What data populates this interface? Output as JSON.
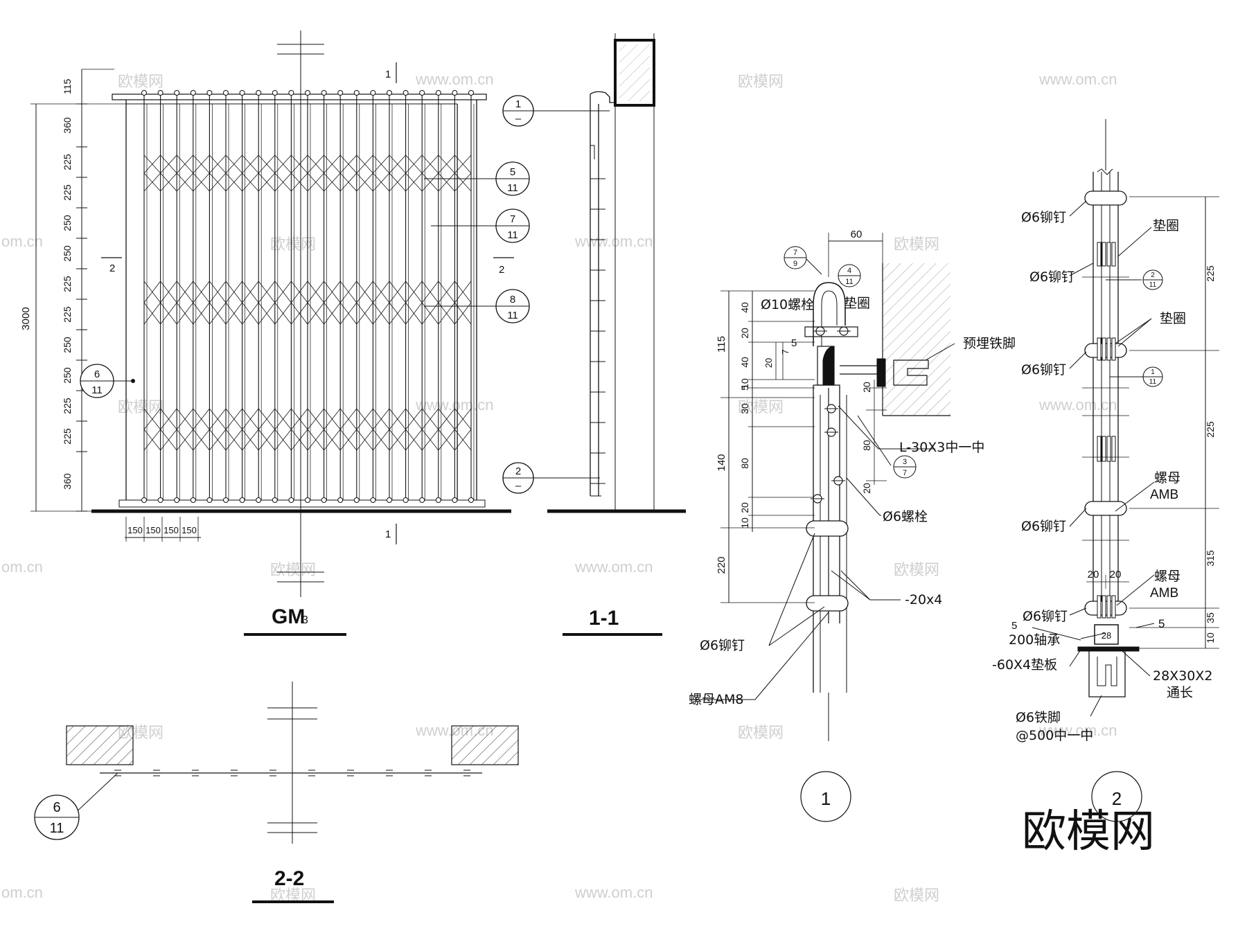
{
  "watermarks": {
    "site": "www.om.cn",
    "brand": "欧模网",
    "brand_large": "欧模网",
    "edge": "om.cn"
  },
  "elevation": {
    "title": "GM",
    "subscript": "3",
    "total_height": "3000",
    "left_dims": [
      "115",
      "360",
      "225",
      "225",
      "250",
      "250",
      "225",
      "225",
      "250",
      "250",
      "225",
      "225",
      "360"
    ],
    "bottom_dims": [
      "150",
      "150",
      "150",
      "150"
    ],
    "cut_1": "1",
    "cut_2": "2",
    "callouts": [
      {
        "top": "5",
        "bottom": "11"
      },
      {
        "top": "7",
        "bottom": "11"
      },
      {
        "top": "8",
        "bottom": "11"
      },
      {
        "top": "6",
        "bottom": "11"
      }
    ]
  },
  "section_11": {
    "title": "1-1",
    "callouts": [
      {
        "top": "1",
        "bottom": "–"
      },
      {
        "top": "2",
        "bottom": "–"
      }
    ]
  },
  "section_22": {
    "title": "2-2",
    "callout": {
      "top": "6",
      "bottom": "11"
    }
  },
  "detail_1": {
    "number": "1",
    "dim_top": "60",
    "left_dims_outer": [
      "115",
      "140",
      "220"
    ],
    "left_dims_inner": [
      "40",
      "20",
      "40",
      "10",
      "5",
      "30",
      "80",
      "20",
      "10"
    ],
    "small_dims": [
      "20",
      "7"
    ],
    "right_dims": [
      "20",
      "80",
      "20"
    ],
    "num_5": "5",
    "callouts": [
      {
        "top": "7",
        "bottom": "9"
      },
      {
        "top": "4",
        "bottom": "11"
      },
      {
        "top": "3",
        "bottom": "7"
      }
    ],
    "labels": {
      "bolt10": "Ø10螺栓",
      "washer": "垫圈",
      "embedded": "预埋铁脚",
      "angle": "L-30X3中一中",
      "bolt6": "Ø6螺栓",
      "flat": "-20x4",
      "rivet": "Ø6铆钉",
      "nut": "螺母AM8"
    }
  },
  "detail_2": {
    "number": "2",
    "right_dims": [
      "225",
      "225",
      "315",
      "35",
      "10"
    ],
    "small_dims": [
      "20",
      "20"
    ],
    "num_5a": "5",
    "num_5b": "5",
    "num_28": "28",
    "callouts": [
      {
        "top": "2",
        "bottom": "11"
      },
      {
        "top": "1",
        "bottom": "11"
      }
    ],
    "labels": {
      "rivet": "Ø6铆钉",
      "washer": "垫圈",
      "nut": "螺母",
      "amb": "AMB",
      "bearing": "200轴承",
      "plate": "-60X4垫板",
      "channel": "28X30X2",
      "through": "通长",
      "foot": "Ø6铁脚",
      "spacing": "@500中一中"
    }
  }
}
